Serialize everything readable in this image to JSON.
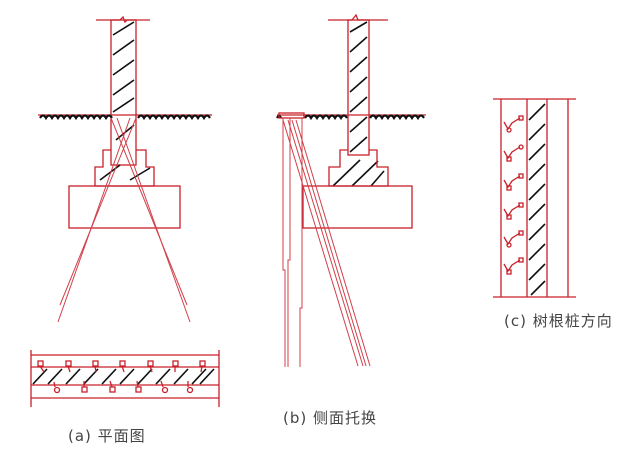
{
  "figure": {
    "captions": {
      "a": "(a) 平面图",
      "b": "(b) 侧面托换",
      "c": "(c) 树根桩方向"
    },
    "panels": [
      {
        "id": "a",
        "name": "plan-view",
        "label": "(a) 平面图",
        "elements": [
          "wall-column",
          "ground-line",
          "stepped-footing",
          "foundation-slab",
          "crossed-root-piles",
          "plan-strip-with-pile-heads"
        ]
      },
      {
        "id": "b",
        "name": "side-underpinning",
        "label": "(b) 侧面托换",
        "elements": [
          "wall-column",
          "ground-line",
          "stepped-footing",
          "foundation-slab",
          "vertical-piles",
          "inclined-piles"
        ]
      },
      {
        "id": "c",
        "name": "root-pile-direction",
        "label": "(c) 树根桩方向",
        "elements": [
          "wall-strip",
          "angled-pile-symbols"
        ]
      }
    ],
    "colors": {
      "outline": "#c8202a",
      "hatch": "#111111",
      "caption": "#444444"
    }
  }
}
